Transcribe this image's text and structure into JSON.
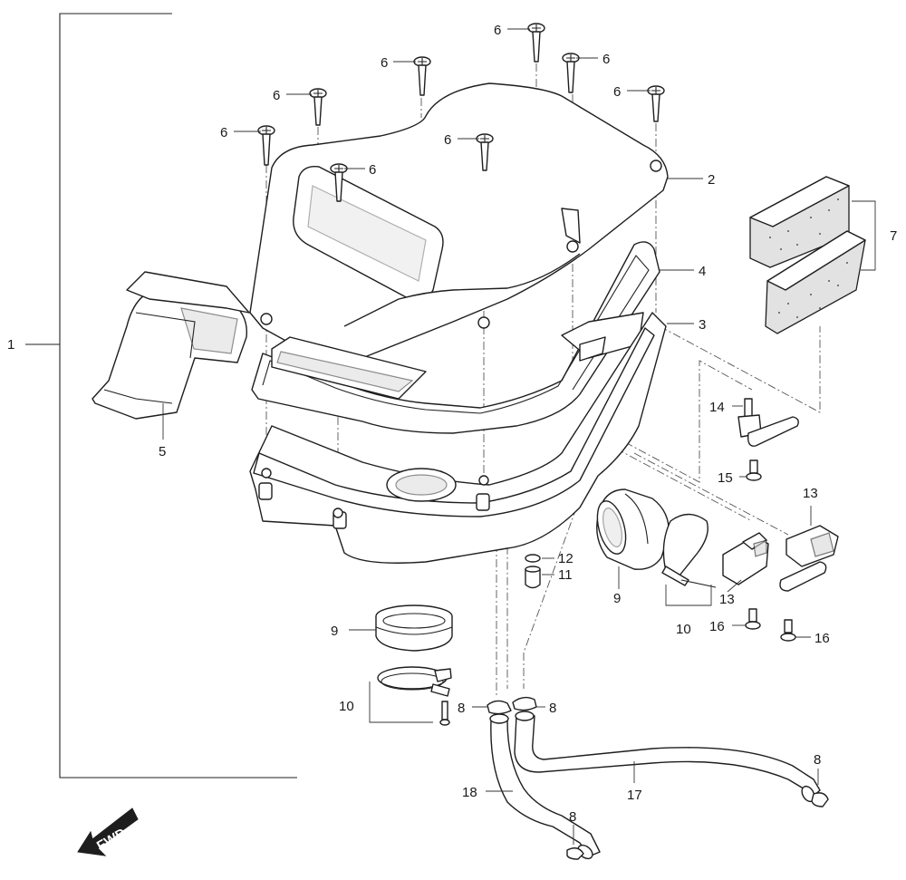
{
  "callouts": {
    "c1": "1",
    "c2": "2",
    "c3": "3",
    "c4": "4",
    "c5": "5",
    "c6a": "6",
    "c6b": "6",
    "c6c": "6",
    "c6d": "6",
    "c6e": "6",
    "c6f": "6",
    "c6g": "6",
    "c6h": "6",
    "c7": "7",
    "c8a": "8",
    "c8b": "8",
    "c8c": "8",
    "c8d": "8",
    "c9a": "9",
    "c9b": "9",
    "c10a": "10",
    "c10b": "10",
    "c11": "11",
    "c12": "12",
    "c13a": "13",
    "c13b": "13",
    "c14": "14",
    "c15": "15",
    "c16a": "16",
    "c16b": "16",
    "c17": "17",
    "c18": "18"
  },
  "fwd_label": "FWD"
}
